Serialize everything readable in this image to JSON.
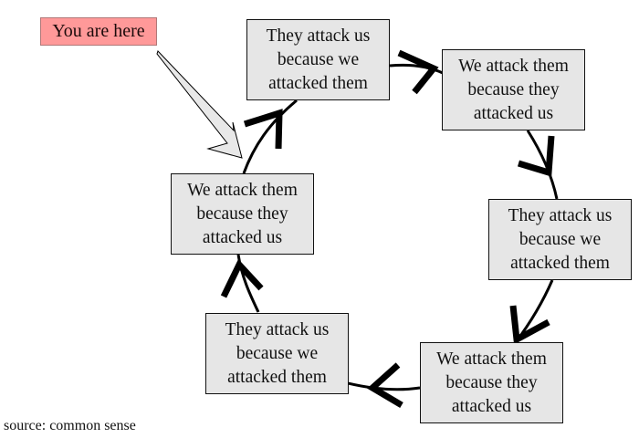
{
  "pointer": {
    "label": "You are here",
    "color": "#ff9999"
  },
  "cycle": {
    "nodes": [
      {
        "id": "n1",
        "text": "They attack us\nbecause we\nattacked them"
      },
      {
        "id": "n2",
        "text": "We attack them\nbecause they\nattacked us"
      },
      {
        "id": "n3",
        "text": "They attack us\nbecause we\nattacked them"
      },
      {
        "id": "n4",
        "text": "We attack them\nbecause they\nattacked us"
      },
      {
        "id": "n5",
        "text": "They attack us\nbecause we\nattacked them"
      },
      {
        "id": "n6",
        "text": "We attack them\nbecause they\nattacked us"
      }
    ],
    "direction": "clockwise",
    "box_fill": "#e6e6e6"
  },
  "footer": {
    "source": "source: common sense"
  }
}
